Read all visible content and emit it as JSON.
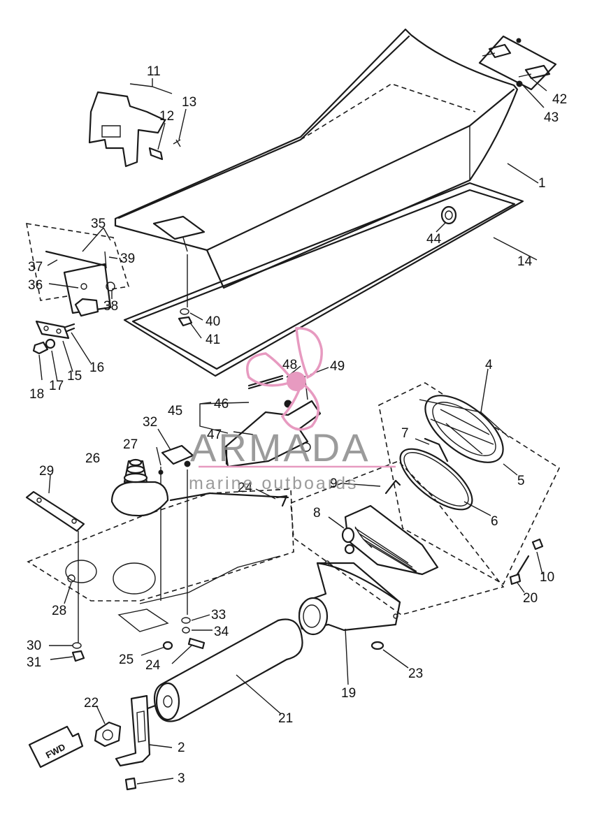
{
  "diagram": {
    "callouts": [
      "1",
      "2",
      "3",
      "4",
      "5",
      "6",
      "7",
      "8",
      "9",
      "10",
      "11",
      "12",
      "13",
      "14",
      "15",
      "16",
      "17",
      "18",
      "19",
      "20",
      "21",
      "22",
      "23",
      "24",
      "24",
      "25",
      "26",
      "27",
      "28",
      "29",
      "30",
      "31",
      "32",
      "33",
      "34",
      "35",
      "36",
      "37",
      "38",
      "39",
      "40",
      "41",
      "42",
      "43",
      "44",
      "45",
      "46",
      "47",
      "48",
      "49"
    ],
    "direction_label": "FWD"
  },
  "watermark": {
    "brand": "ARMADA",
    "tagline": "marine outboards",
    "color": "#e79ac0"
  }
}
